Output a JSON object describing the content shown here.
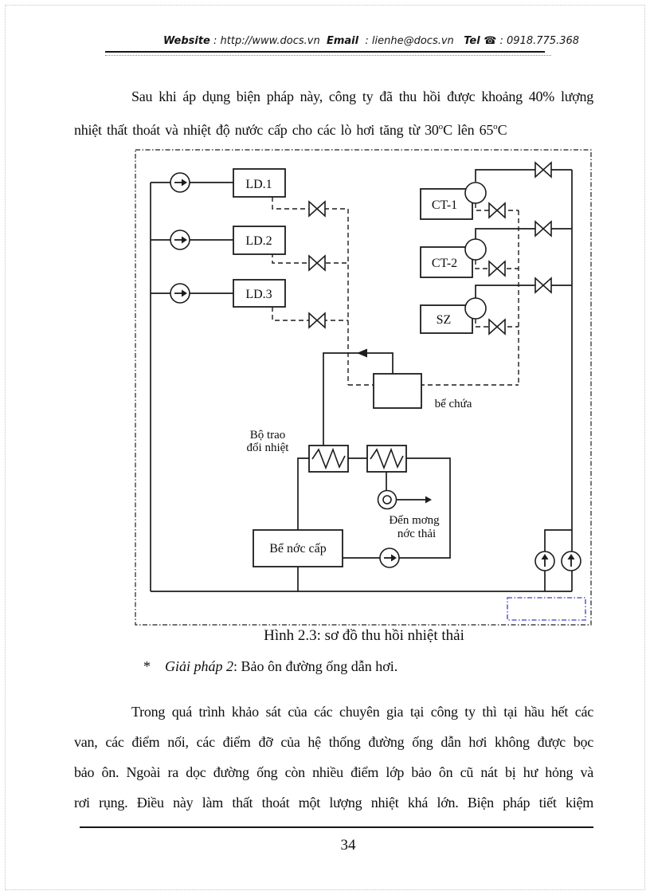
{
  "header": {
    "segments": [
      {
        "t": "Website",
        "cls": "b"
      },
      {
        "t": " : http://www.docs.vn  "
      },
      {
        "t": "Email",
        "cls": "b"
      },
      {
        "t": "  : lienhe@docs.vn   "
      },
      {
        "t": "Tel ",
        "cls": "b"
      },
      {
        "t": "☎",
        "cls": "b",
        "name": "phone-icon"
      },
      {
        "t": " : 0918.775.368"
      }
    ]
  },
  "para1": {
    "line1": "Sau khi áp dụng biện pháp này, công ty đã thu hồi được khoảng 40% lượng",
    "line2_segments": [
      {
        "t": "nhiệt thất thoát và nhiệt độ nước cấp cho các lò hơi tăng từ 30"
      },
      {
        "t": "o",
        "cls": "sup"
      },
      {
        "t": "C lên 65"
      },
      {
        "t": "o",
        "cls": "sup"
      },
      {
        "t": "C"
      }
    ]
  },
  "diagram": {
    "labels": {
      "ld1": "LD.1",
      "ld2": "LD.2",
      "ld3": "LD.3",
      "ct1": "CT-1",
      "ct2": "CT-2",
      "sz": "SZ",
      "storage_tank": "bể chứa",
      "heat_exchanger_line1": "Bộ trao",
      "heat_exchanger_line2": "đổi nhiệt",
      "feed_tank": "Bể nớc  cấp",
      "drain_line1": "Đến mơng",
      "drain_line2": "nớc  thải"
    },
    "colors": {
      "line": "#1c1c1c",
      "highlight_box": "#3a3ad0"
    }
  },
  "caption": "Hình 2.3: sơ đồ thu hồi nhiệt thải",
  "solution_segments": [
    {
      "t": "*",
      "cls": "star-gap"
    },
    {
      "t": "Giải pháp 2",
      "cls": "italic"
    },
    {
      "t": ": Bảo ôn đường ống dẫn hơi."
    }
  ],
  "para2": {
    "lines": [
      "Trong quá trình khảo sát của các chuyên gia tại công ty thì tại hầu hết các",
      "van, các điểm nối, các điểm đỡ của hệ thống đường ống dẫn hơi không được bọc",
      "bảo ôn. Ngoài ra dọc đường ống còn nhiều điểm lớp bảo ôn cũ nát bị hư hỏng và",
      "rơi rụng. Điều này làm thất thoát một lượng nhiệt khá lớn. Biện pháp tiết kiệm"
    ]
  },
  "footer": {
    "page_number": "34"
  }
}
